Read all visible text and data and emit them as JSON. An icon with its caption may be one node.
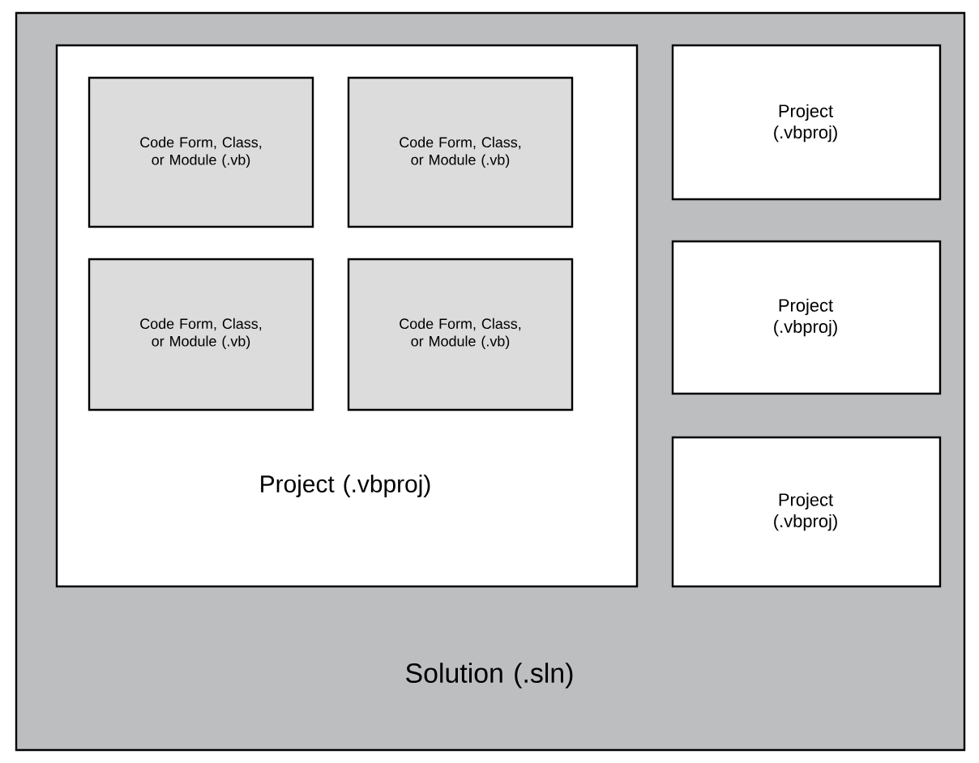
{
  "diagram": {
    "nodes": [
      {
        "text": [
          "Solution (.sln)"
        ]
      },
      {
        "text": [
          "Project (.vbproj)"
        ],
        "in": 0
      },
      {
        "text": [
          "Code Form, Class, or Module (.vb)"
        ],
        "in": 1
      },
      {
        "text": [
          "Code Form, Class, or Module (.vb)"
        ],
        "in": 1
      },
      {
        "text": [
          "Code Form, Class, or Module (.vb)"
        ],
        "in": 1
      },
      {
        "text": [
          "Code Form, Class, or Module (.vb)"
        ],
        "in": 1
      },
      {
        "text": [
          "Project (.vbproj)"
        ],
        "in": 0
      },
      {
        "text": [
          "Project (.vbproj)"
        ],
        "in": 0
      },
      {
        "text": [
          "Project (.vbproj)"
        ],
        "in": 0
      }
    ]
  }
}
